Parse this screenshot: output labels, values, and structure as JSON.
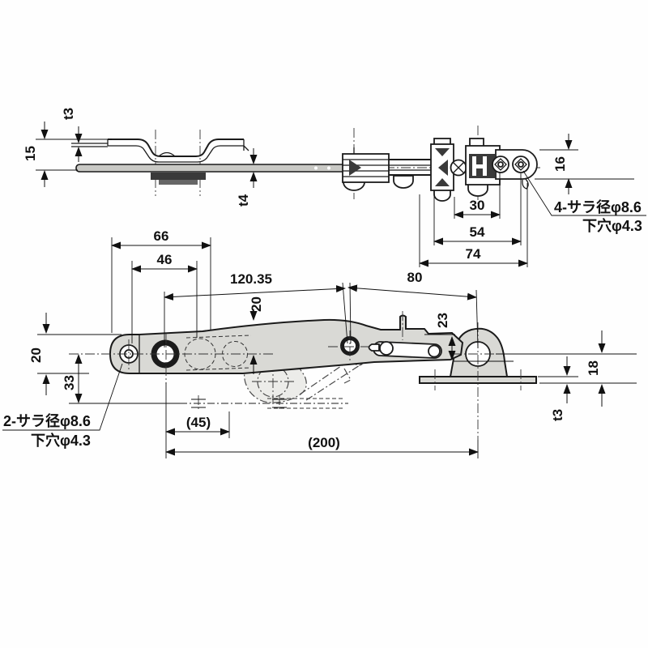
{
  "colors": {
    "background": "#fefefe",
    "line": "#1b1b1b",
    "metal_fill": "#d9d9d5",
    "phantom_fill": "#ecece9"
  },
  "top_view": {
    "dims": {
      "t3": "t3",
      "height15": "15",
      "t4": "t4",
      "width16": "16",
      "pitch30": "30",
      "pitch54": "54",
      "overall74": "74"
    },
    "note": {
      "line1": "4-サラ径φ8.6",
      "line2": "下穴φ4.3"
    }
  },
  "side_view": {
    "dims": {
      "plate66": "66",
      "holes46": "46",
      "span12035": "120.35",
      "span80": "80",
      "crown20": "20",
      "latch23": "23",
      "plate20": "20",
      "drop33": "33",
      "bracket18": "18",
      "base_t3": "t3",
      "fold45": "(45)",
      "overall200": "(200)"
    },
    "note": {
      "line1": "2-サラ径φ8.6",
      "line2": "下穴φ4.3"
    }
  }
}
